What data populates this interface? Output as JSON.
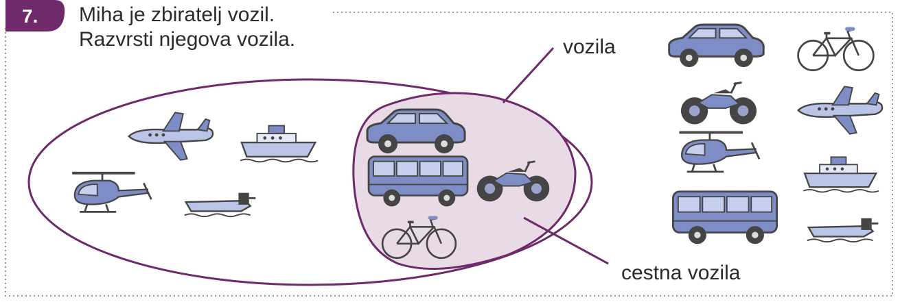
{
  "exercise": {
    "number": "7.",
    "line1": "Miha je zbiratelj vozil.",
    "line2": "Razvrsti njegova vozila."
  },
  "diagram": {
    "outer_set_label": "vozila",
    "inner_set_label": "cestna vozila",
    "outer_set_items": [
      "airplane-icon",
      "ship-icon",
      "helicopter-icon",
      "speedboat-icon"
    ],
    "inner_set_items": [
      "car-icon",
      "bus-icon",
      "motorcycle-icon",
      "bicycle-icon"
    ]
  },
  "pool": {
    "items": [
      "car-icon",
      "bicycle-icon",
      "motorcycle-icon",
      "airplane-icon",
      "helicopter-icon",
      "ship-icon",
      "bus-icon",
      "speedboat-icon"
    ]
  },
  "colors": {
    "accent": "#6e2a6a",
    "set_stroke": "#6e2a6a",
    "inner_fill": "#e8dbe6",
    "vehicle_blue": "#7f8dc6",
    "vehicle_light": "#b9c4e6",
    "vehicle_dark": "#454545"
  }
}
